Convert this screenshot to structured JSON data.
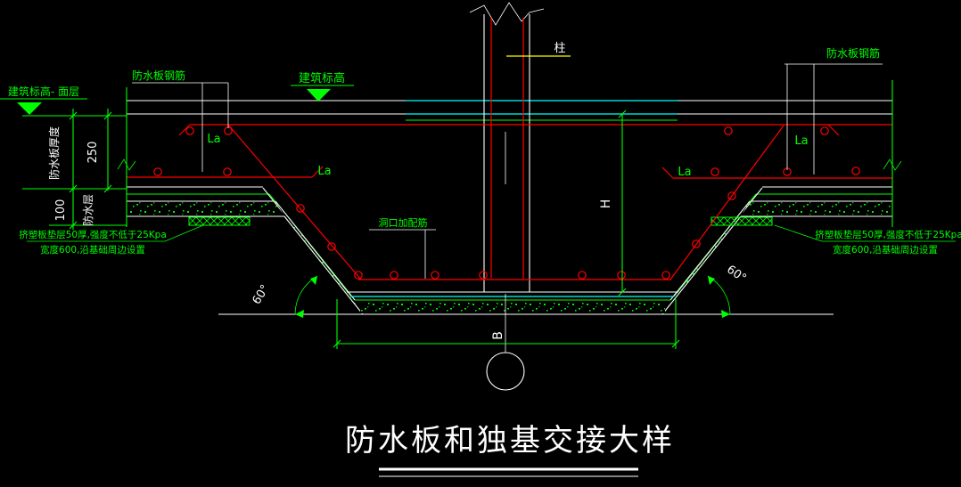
{
  "title": "防水板和独基交接大样",
  "colors": {
    "background": "#000000",
    "line_white": "#ffffff",
    "line_green": "#00ff00",
    "rebar_red": "#ff0000",
    "membrane_cyan": "#00ffff",
    "leader_yellow": "#ffff00"
  },
  "labels": {
    "waterproof_slab_rebar_left": "防水板钢筋",
    "waterproof_slab_rebar_right": "防水板钢筋",
    "architectural_level": "建筑标高",
    "structural_level": "建筑标高- 面层",
    "column": "柱",
    "slab_thickness": "防水板厚度",
    "waterproof_layer": "防水层",
    "pit_opening_rebar": "洞口加配筋",
    "anchorage": "La",
    "xps_note_line1": "挤塑板垫层50厚,强度不低于25Kpa",
    "xps_note_line2": "宽度600,沿基础周边设置"
  },
  "dimensions": {
    "slab_250": "250",
    "cushion_100": "100",
    "pit_depth": "H",
    "pit_width": "B",
    "slope_angle": "60°"
  }
}
